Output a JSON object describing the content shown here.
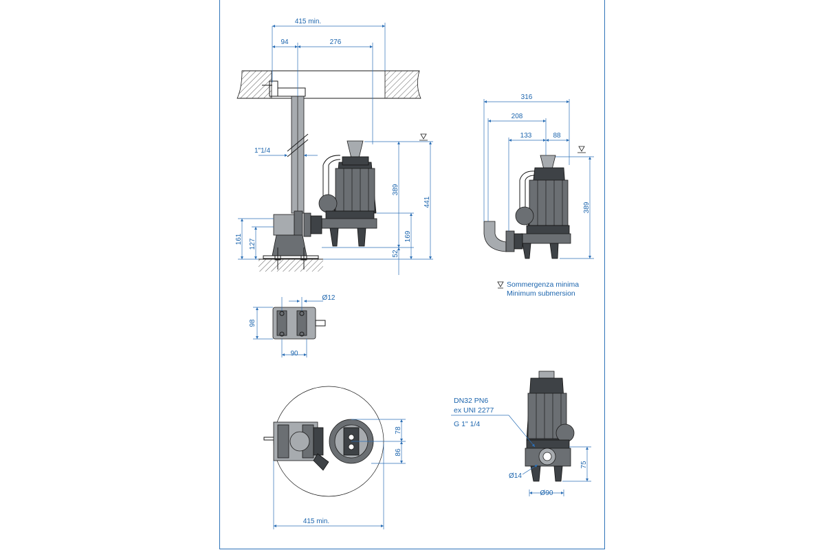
{
  "dimensions": {
    "min415_top": "415 min.",
    "d94": "94",
    "d276": "276",
    "pipe_1_1_4": "1\"1/4",
    "d389_left": "389",
    "d441": "441",
    "d161": "161",
    "d127": "127",
    "d169": "169",
    "d52": "52",
    "d316": "316",
    "d208": "208",
    "d133": "133",
    "d88": "88",
    "d389_right": "389",
    "dia12": "Ø12",
    "d98": "98",
    "d90": "90",
    "d78": "78",
    "d86": "86",
    "min415_bottom": "415 min.",
    "dia14": "Ø14",
    "dia90": "Ø90",
    "d75": "75"
  },
  "legend": {
    "line1": "Sommergenza minima",
    "line2": "Minimum submersion"
  },
  "connection_notes": {
    "line1": "DN32 PN6",
    "line2": "ex UNI 2277",
    "line3": "G 1\" 1/4"
  },
  "colors": {
    "dimension_blue": "#1b64ad",
    "frame_blue": "#2e72b8",
    "pump_grey": "#6b6f73",
    "outline": "#1a1a1a"
  }
}
